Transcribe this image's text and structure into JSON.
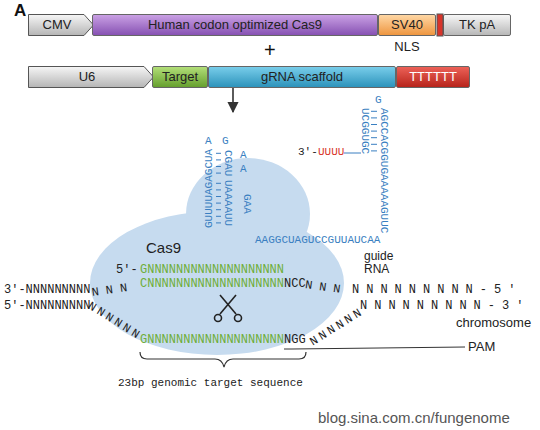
{
  "diagram": {
    "nodes": [
      {
        "text": [
          "CMV"
        ]
      },
      {
        "text": [
          "Human codon optimized Cas9"
        ]
      },
      {
        "text": [
          "SV40",
          "NLS"
        ]
      },
      {
        "text": [
          "TK pA"
        ]
      },
      {
        "text": [
          "U6"
        ]
      },
      {
        "text": [
          "Target"
        ]
      },
      {
        "text": [
          "gRNA scaffold"
        ]
      },
      {
        "text": [
          "TTTTTT"
        ]
      },
      {
        "text": [
          "Cas9"
        ]
      }
    ],
    "edges": [
      {
        "from": 6,
        "to": 8,
        "arrow": "to"
      }
    ],
    "labels": [
      "A",
      "+",
      "G",
      "UCGGUGC",
      "AGCCACGGUGAAAAAGUUC",
      "3'-",
      "UUUU",
      "AAGGCUAGUCCGUUAUCAA",
      "guide RNA",
      "GUUUUAGAGCUA",
      "A",
      "G",
      "UAAAAUU",
      "CGAU",
      "A",
      "A",
      "GAA",
      "5'-",
      "GNNNNNNNNNNNNNNNNNNN",
      "CNNNNNNNNNNNNNNNNNNN",
      "NCC",
      "3'-NNNNNNNNN",
      "NNN",
      "NNN",
      "NNNNNNNNN-5'",
      "5'-NNNNNNNNN",
      "NNNNNN",
      "GNNNNNNNNNNNNNNNNNNN",
      "NGG",
      "NNNNNN",
      "NNNNNNNNN-3'",
      "PAM",
      "chromosome",
      "23bp genomic target sequence",
      "blog.sina.com.cn/fungenome"
    ]
  }
}
